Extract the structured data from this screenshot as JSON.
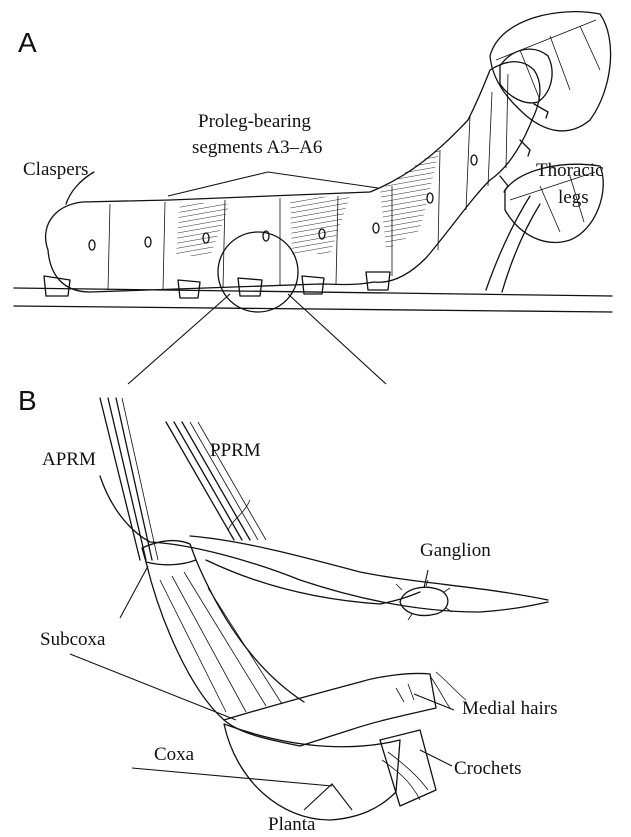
{
  "panels": {
    "a": {
      "letter": "A",
      "labels": {
        "claspers": "Claspers",
        "proleg_line1": "Proleg-bearing",
        "proleg_line2": "segments A3–A6",
        "thoracic_line1": "Thoracic",
        "thoracic_line2": "legs"
      }
    },
    "b": {
      "letter": "B",
      "labels": {
        "aprm": "APRM",
        "pprm": "PPRM",
        "ganglion": "Ganglion",
        "subcoxa": "Subcoxa",
        "medial_hairs": "Medial hairs",
        "coxa": "Coxa",
        "crochets": "Crochets",
        "planta": "Planta"
      }
    }
  },
  "colors": {
    "ink": "#111111",
    "background": "#ffffff"
  }
}
